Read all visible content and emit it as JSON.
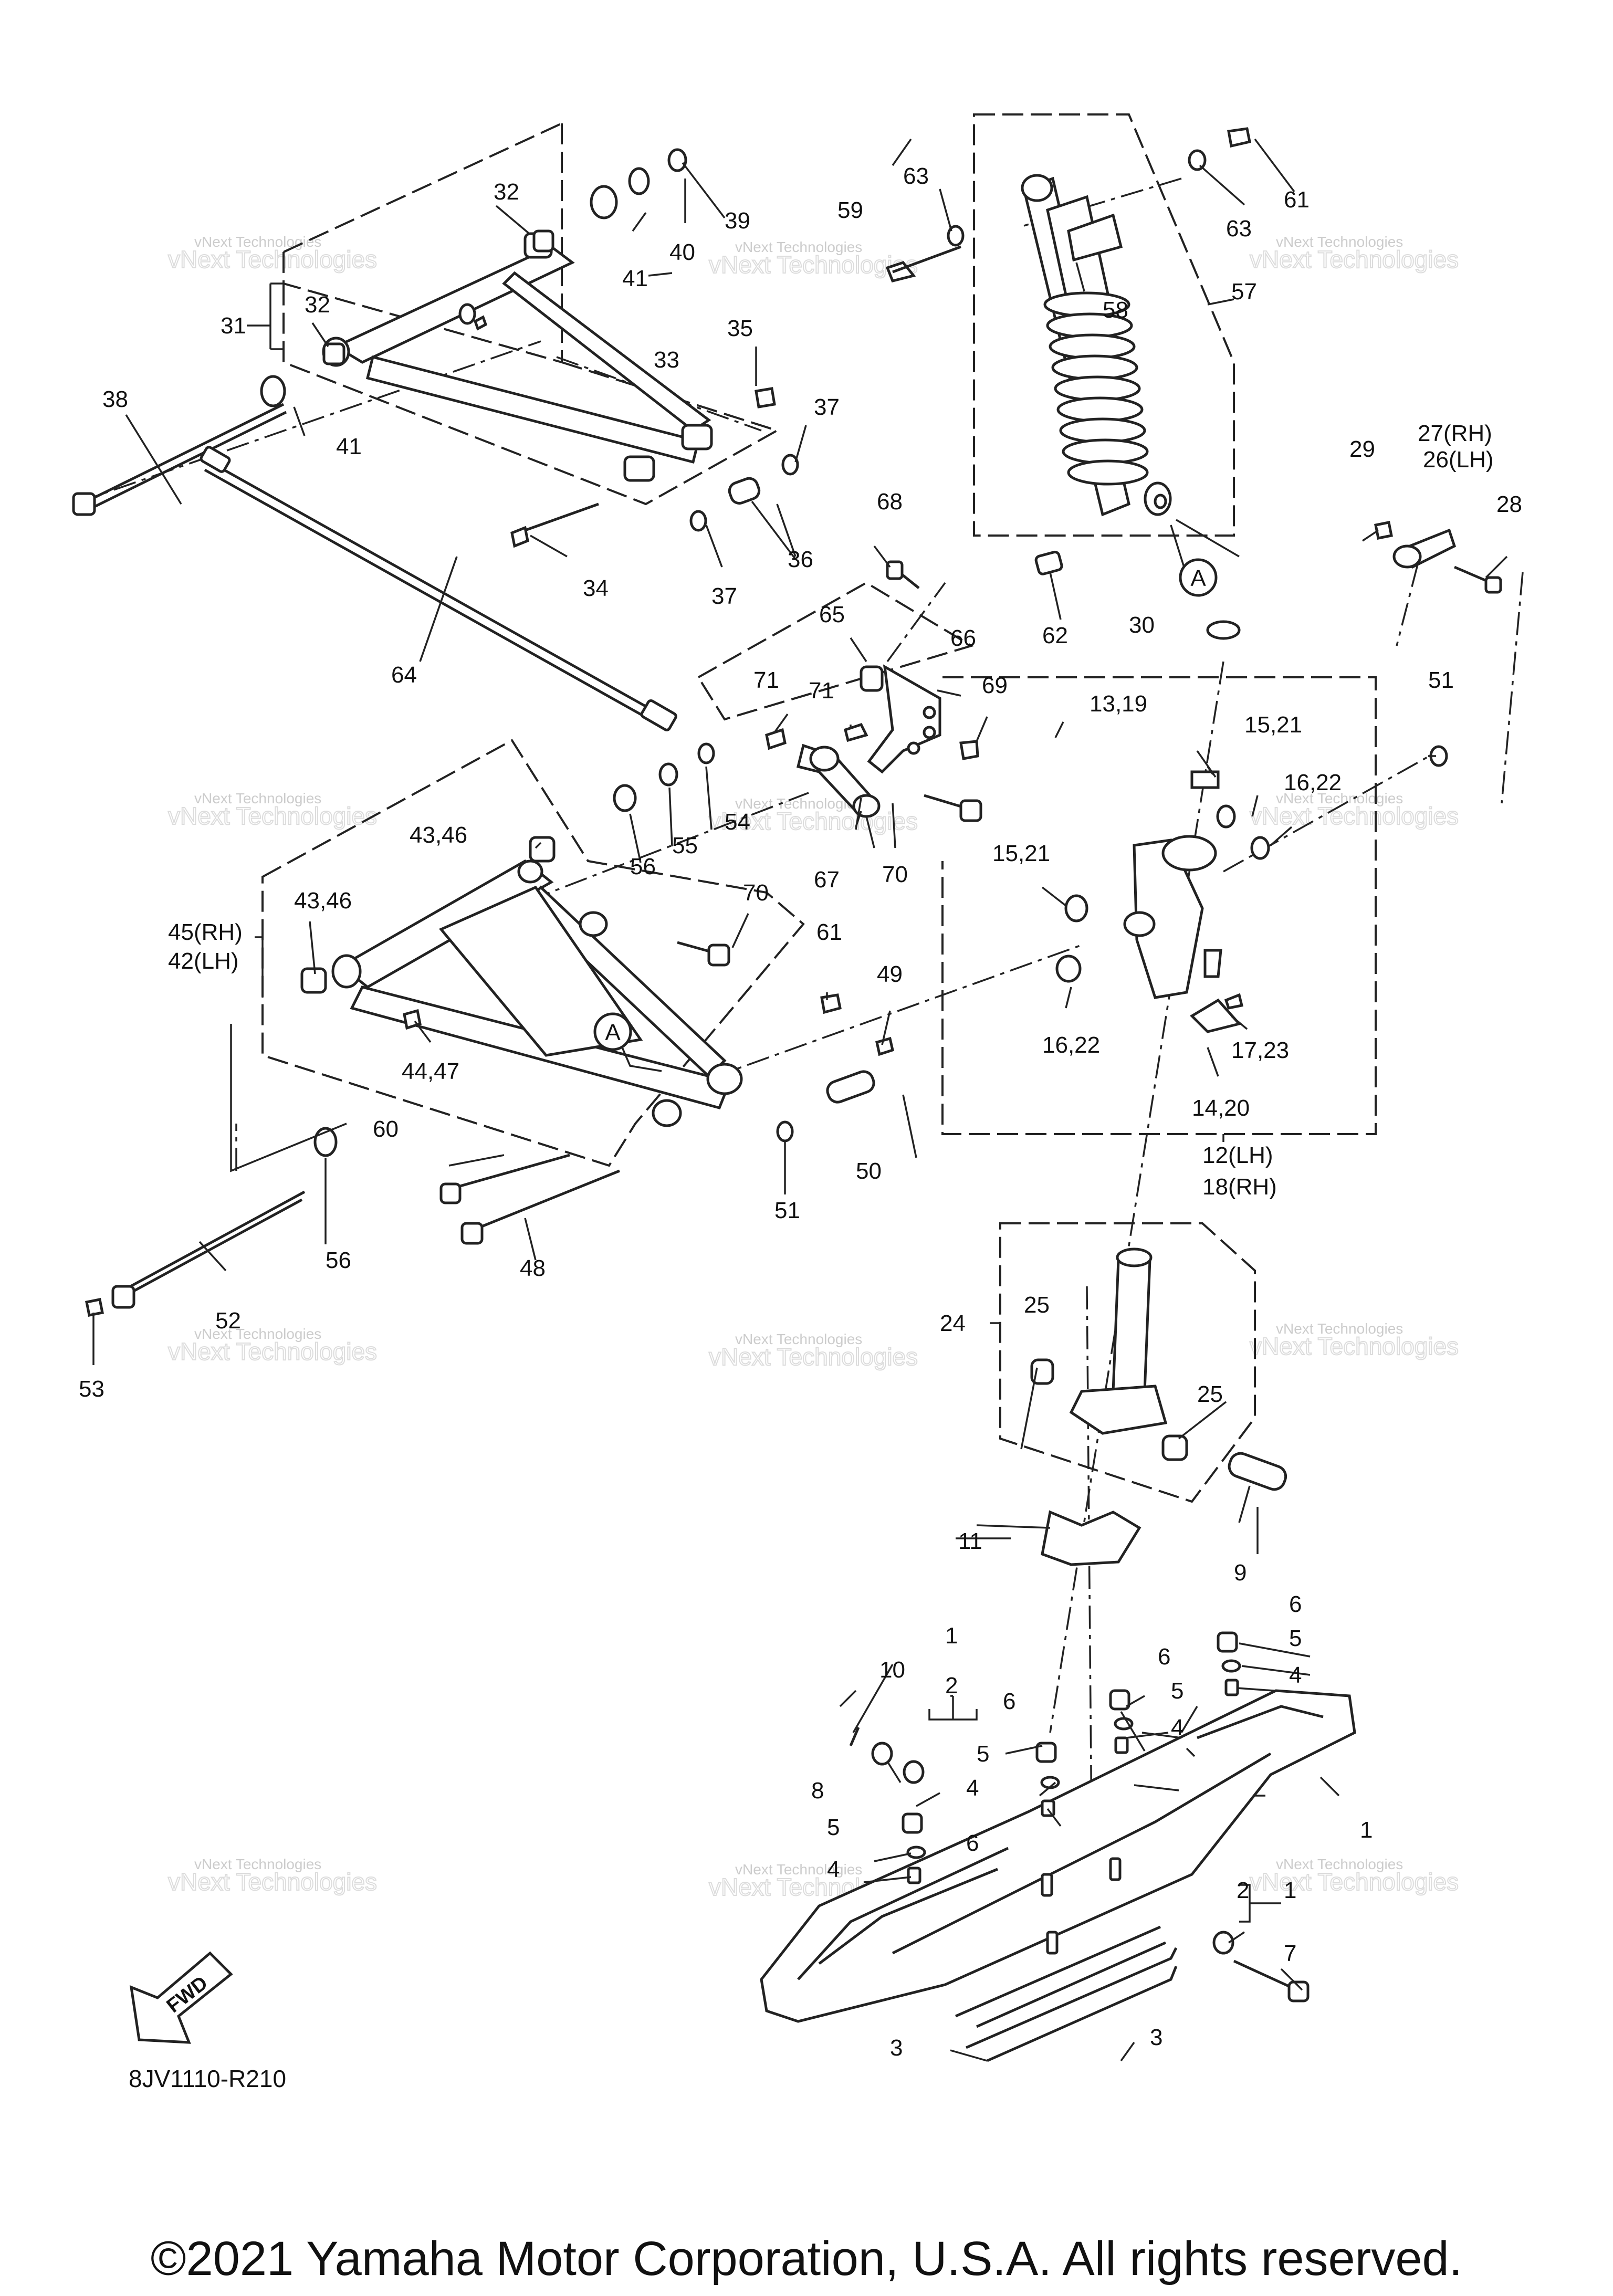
{
  "diagram_code": "8JV1110-R210",
  "copyright": "©2021 Yamaha Motor Corporation, U.S.A. All rights reserved.",
  "fwd_label": "FWD",
  "circle_ref": "A",
  "watermark": {
    "line1": "vNext Technologies",
    "line2": "vNext Technologies"
  },
  "callouts": {
    "c1a": "1",
    "c1b": "1",
    "c1c": "1",
    "c2a": "2",
    "c2b": "2",
    "c3a": "3",
    "c3b": "3",
    "c4a": "4",
    "c4b": "4",
    "c4c": "4",
    "c4d": "4",
    "c5a": "5",
    "c5b": "5",
    "c5c": "5",
    "c5d": "5",
    "c6a": "6",
    "c6b": "6",
    "c6c": "6",
    "c6d": "6",
    "c7": "7",
    "c8": "8",
    "c9": "9",
    "c10": "10",
    "c11": "11",
    "c12": "12(LH)",
    "c18": "18(RH)",
    "c13": "13,19",
    "c14": "14,20",
    "c15a": "15,21",
    "c15b": "15,21",
    "c16a": "16,22",
    "c16b": "16,22",
    "c17": "17,23",
    "c24": "24",
    "c25a": "25",
    "c25b": "25",
    "c27": "27(RH)",
    "c26": "26(LH)",
    "c28": "28",
    "c29": "29",
    "c30": "30",
    "c31": "31",
    "c32a": "32",
    "c32b": "32",
    "c33": "33",
    "c34": "34",
    "c35": "35",
    "c36": "36",
    "c37a": "37",
    "c37b": "37",
    "c38": "38",
    "c39": "39",
    "c40": "40",
    "c41a": "41",
    "c41b": "41",
    "c45": "45(RH)",
    "c42": "42(LH)",
    "c43a": "43,46",
    "c43b": "43,46",
    "c44": "44,47",
    "c48": "48",
    "c49": "49",
    "c50": "50",
    "c51a": "51",
    "c51b": "51",
    "c52": "52",
    "c53": "53",
    "c54": "54",
    "c55": "55",
    "c56a": "56",
    "c56b": "56",
    "c57": "57",
    "c58": "58",
    "c59": "59",
    "c60": "60",
    "c61a": "61",
    "c61b": "61",
    "c62": "62",
    "c63a": "63",
    "c63b": "63",
    "c64": "64",
    "c65": "65",
    "c66": "66",
    "c67": "67",
    "c68": "68",
    "c69": "69",
    "c70a": "70",
    "c70b": "70",
    "c71a": "71",
    "c71b": "71"
  }
}
